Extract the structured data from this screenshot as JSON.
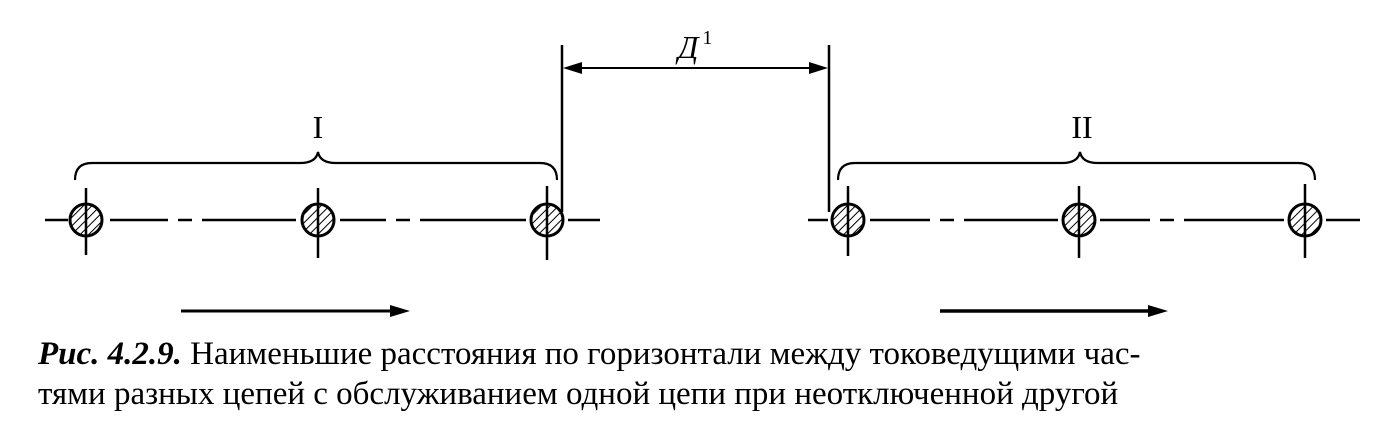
{
  "diagram": {
    "group_labels": {
      "left": "I",
      "right": "II"
    },
    "dimension_label": {
      "letter": "Д",
      "superscript": "1"
    }
  },
  "caption": {
    "number": "Рис. 4.2.9.",
    "line1": "Наименьшие расстояния по горизонтали между токоведущими час-",
    "line2": "тями разных цепей с обслуживанием одной цепи при неотключенной другой"
  }
}
